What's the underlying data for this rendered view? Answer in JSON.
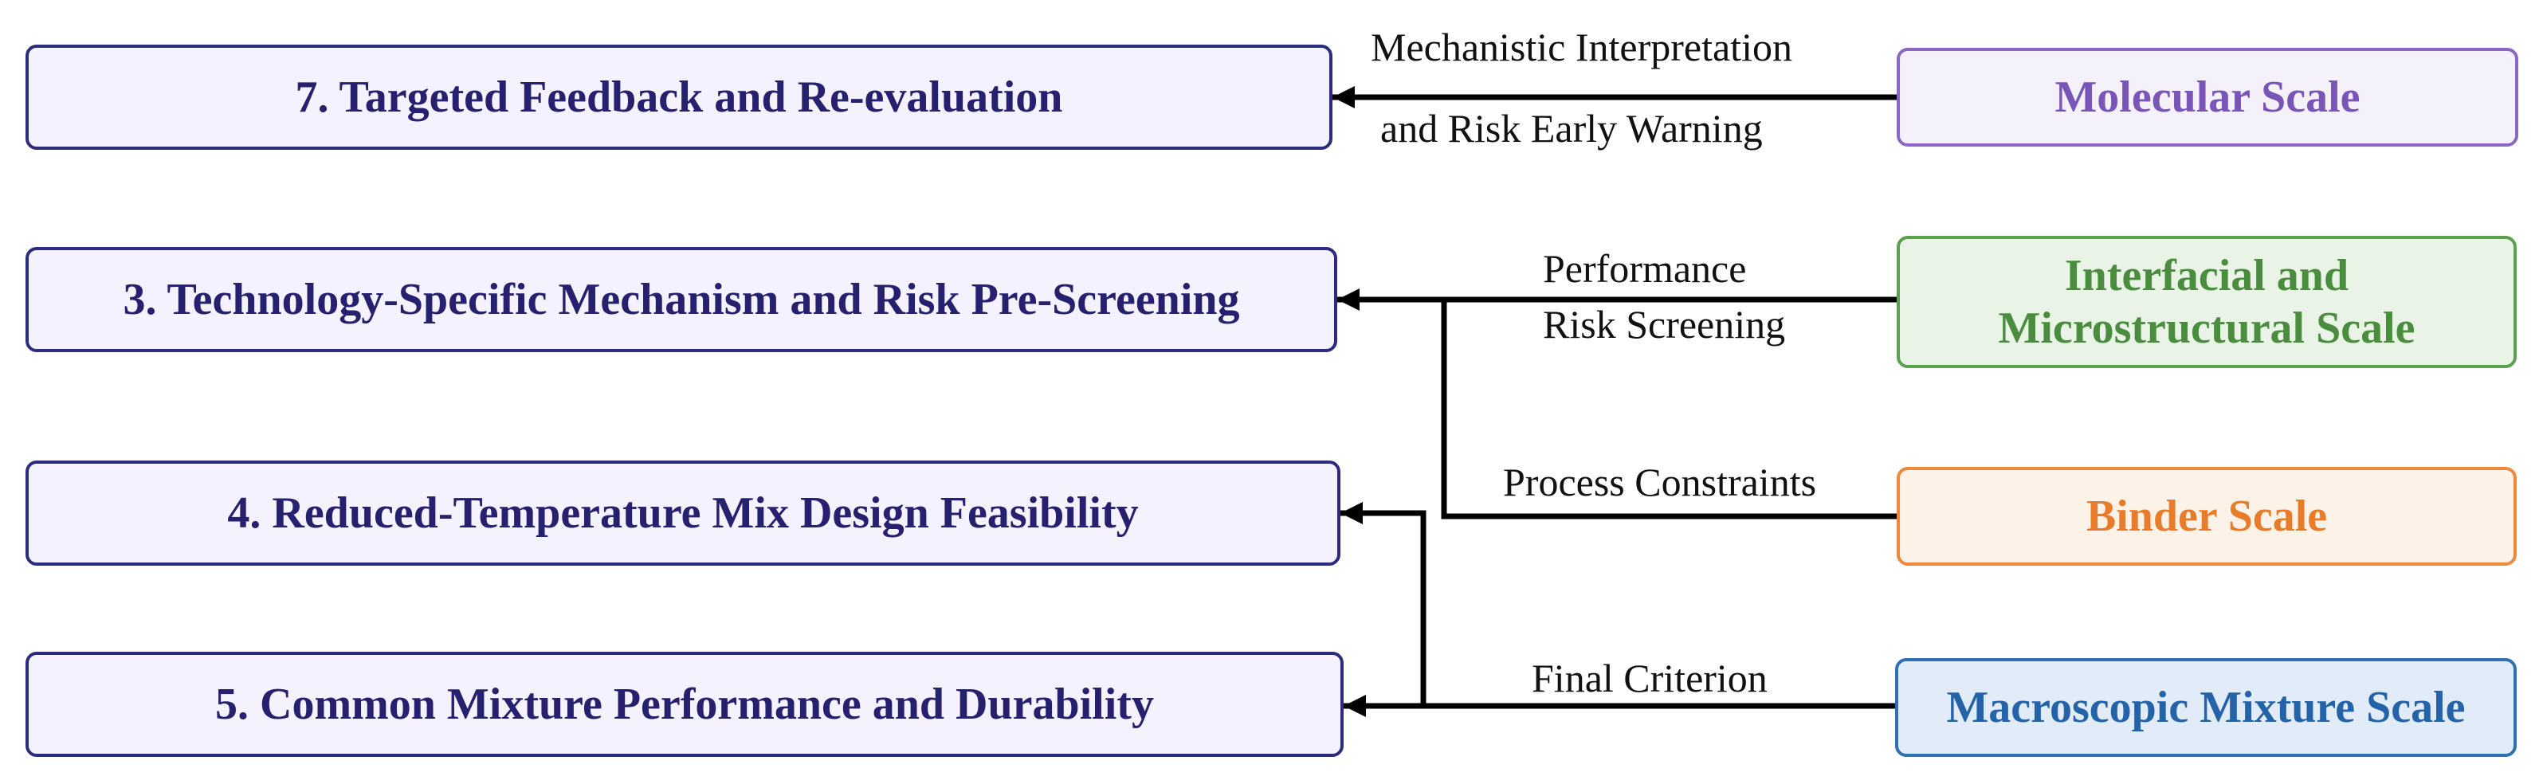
{
  "stages": {
    "s7": "7. Targeted Feedback and Re-evaluation",
    "s3": "3. Technology-Specific Mechanism and Risk Pre-Screening",
    "s4": "4. Reduced-Temperature Mix Design Feasibility",
    "s5": "5. Common Mixture Performance and Durability"
  },
  "scales": {
    "molecular": "Molecular Scale",
    "interfacial_line1": "Interfacial and",
    "interfacial_line2": "Microstructural Scale",
    "binder": "Binder Scale",
    "macro": "Macroscopic Mixture Scale"
  },
  "labels": {
    "mech_line1": "Mechanistic Interpretation",
    "mech_line2": "and Risk Early Warning",
    "perf_line1": "Performance",
    "perf_line2": "Risk Screening",
    "process": "Process Constraints",
    "final": "Final Criterion"
  },
  "colors": {
    "stage_border": "#2e2a7e",
    "stage_text": "#26206e",
    "molecular": "#8a67c1",
    "interfacial": "#5c9f4f",
    "binder": "#f0883c",
    "macro": "#2f6fb3",
    "arrow": "#000000"
  }
}
